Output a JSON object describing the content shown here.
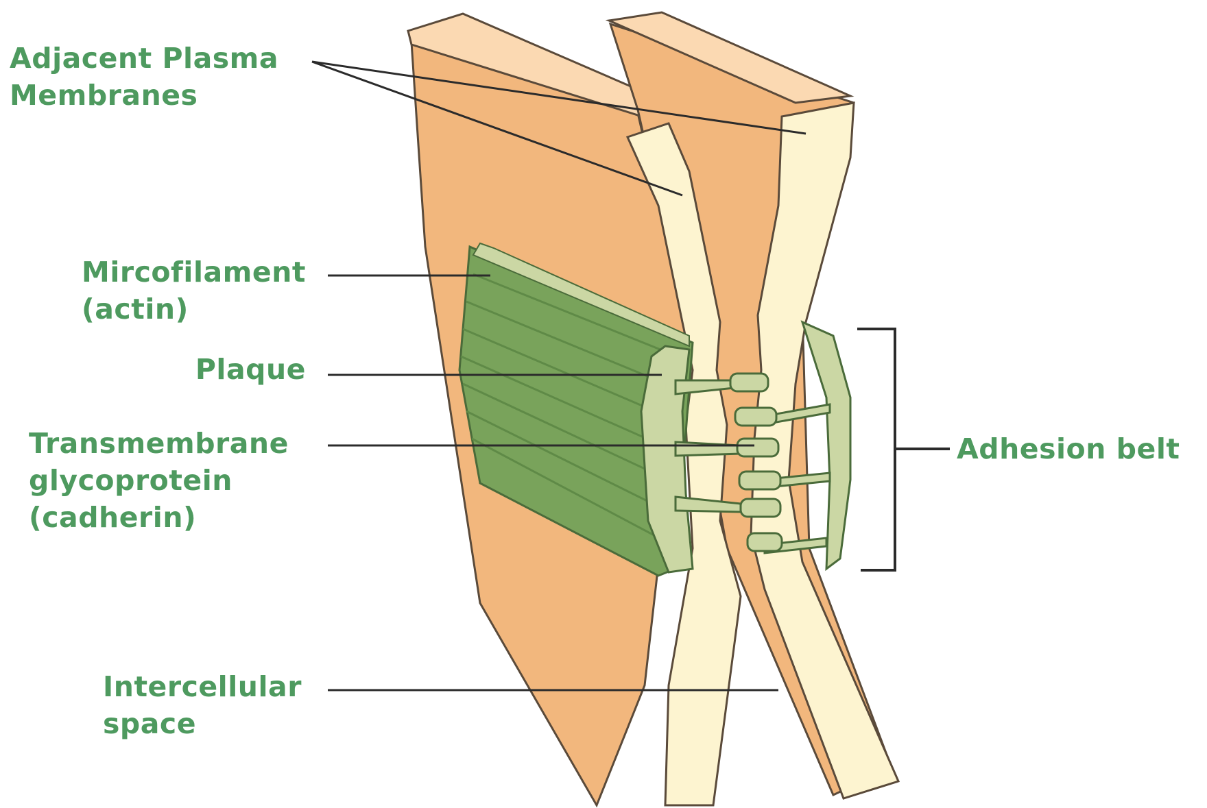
{
  "colors": {
    "label_text": "#4e9a5f",
    "cell_body": "#f2b77d",
    "cell_top_face": "#fbd9b2",
    "membrane": "#fdf4d0",
    "plaque": "#cbd7a4",
    "microfilament": "#79a35b",
    "leader_line": "#2b2b2b"
  },
  "labels": {
    "adjacent_plasma_membranes": [
      "Adjacent Plasma",
      "Membranes"
    ],
    "microfilament": [
      "Mircofilament",
      "(actin)"
    ],
    "plaque": [
      "Plaque"
    ],
    "transmembrane_glycoprotein": [
      "Transmembrane",
      "glycoprotein",
      "(cadherin)"
    ],
    "intercellular_space": [
      "Intercellular",
      "space"
    ],
    "adhesion_belt": [
      "Adhesion belt"
    ]
  }
}
